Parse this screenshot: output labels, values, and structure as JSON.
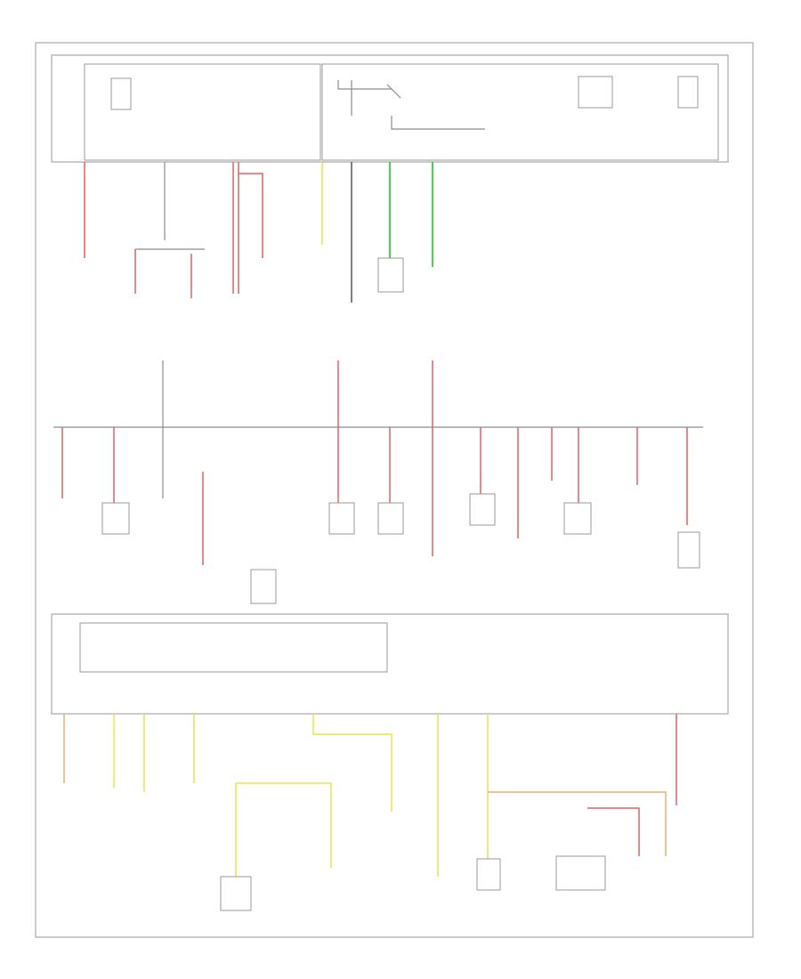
{
  "diagram": {
    "page_label": "",
    "colors": {
      "frame": "#a8a8a8",
      "wire_grey": "#8c8c8c",
      "wire_red": "#e06060",
      "wire_green": "#3cc83c",
      "wire_yellow": "#e6e64a",
      "wire_orange": "#e8b070",
      "component": "#9a9a9a"
    },
    "wire_color_names": [
      "red",
      "green",
      "yellow",
      "orange",
      "grey",
      "black"
    ]
  }
}
